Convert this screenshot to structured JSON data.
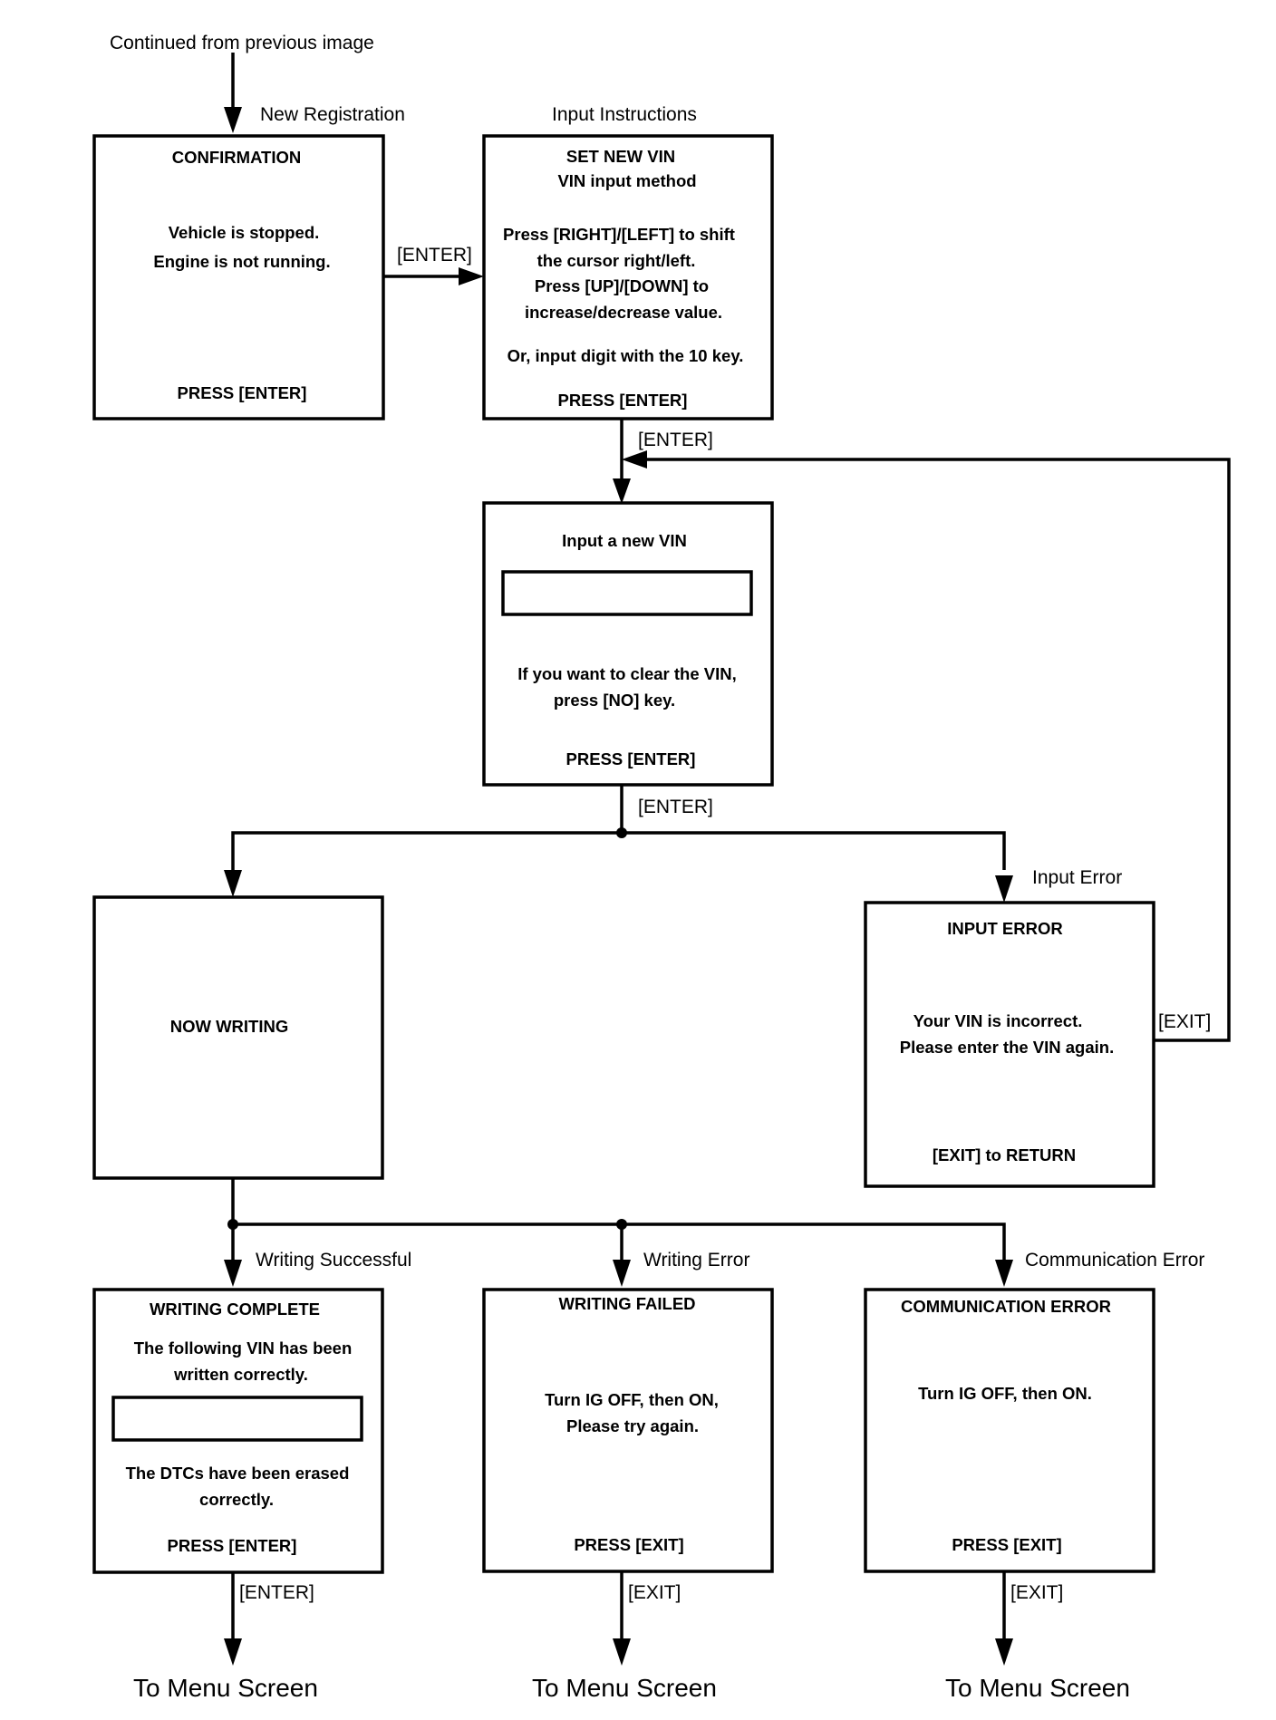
{
  "header": {
    "continued": "Continued from previous image"
  },
  "flow_labels": {
    "new_registration": "New Registration",
    "input_instructions": "Input Instructions",
    "input_error": "Input Error",
    "writing_successful": "Writing Successful",
    "writing_error": "Writing Error",
    "communication_error": "Communication Error"
  },
  "key_labels": {
    "enter": "[ENTER]",
    "exit": "[EXIT]"
  },
  "screens": {
    "confirmation": {
      "title": "CONFIRMATION",
      "line1": "Vehicle is stopped.",
      "line2": "Engine is not running.",
      "footer": "PRESS [ENTER]"
    },
    "set_new_vin": {
      "title": "SET NEW VIN",
      "subtitle": "VIN input method",
      "line1": "Press [RIGHT]/[LEFT] to shift",
      "line2": "the cursor right/left.",
      "line3": "Press [UP]/[DOWN] to",
      "line4": "increase/decrease value.",
      "line5": "Or, input digit with the 10 key.",
      "footer": "PRESS [ENTER]"
    },
    "input_vin": {
      "title": "Input a new VIN",
      "line1": "If you want to clear the VIN,",
      "line2": "press [NO] key.",
      "footer": "PRESS [ENTER]"
    },
    "now_writing": {
      "title": "NOW WRITING"
    },
    "input_error": {
      "title": "INPUT ERROR",
      "line1": "Your VIN is incorrect.",
      "line2": "Please enter the VIN again.",
      "footer": "[EXIT] to RETURN"
    },
    "writing_complete": {
      "title": "WRITING COMPLETE",
      "line1": "The following VIN has been",
      "line2": "written correctly.",
      "line3": "The DTCs have been erased",
      "line4": "correctly.",
      "footer": "PRESS [ENTER]"
    },
    "writing_failed": {
      "title": "WRITING FAILED",
      "line1": "Turn IG OFF, then ON,",
      "line2": "Please try again.",
      "footer": "PRESS [EXIT]"
    },
    "communication_error": {
      "title": "COMMUNICATION ERROR",
      "line1": "Turn IG OFF, then ON.",
      "footer": "PRESS [EXIT]"
    }
  },
  "destinations": {
    "menu1": "To Menu Screen",
    "menu2": "To Menu Screen",
    "menu3": "To Menu Screen"
  }
}
